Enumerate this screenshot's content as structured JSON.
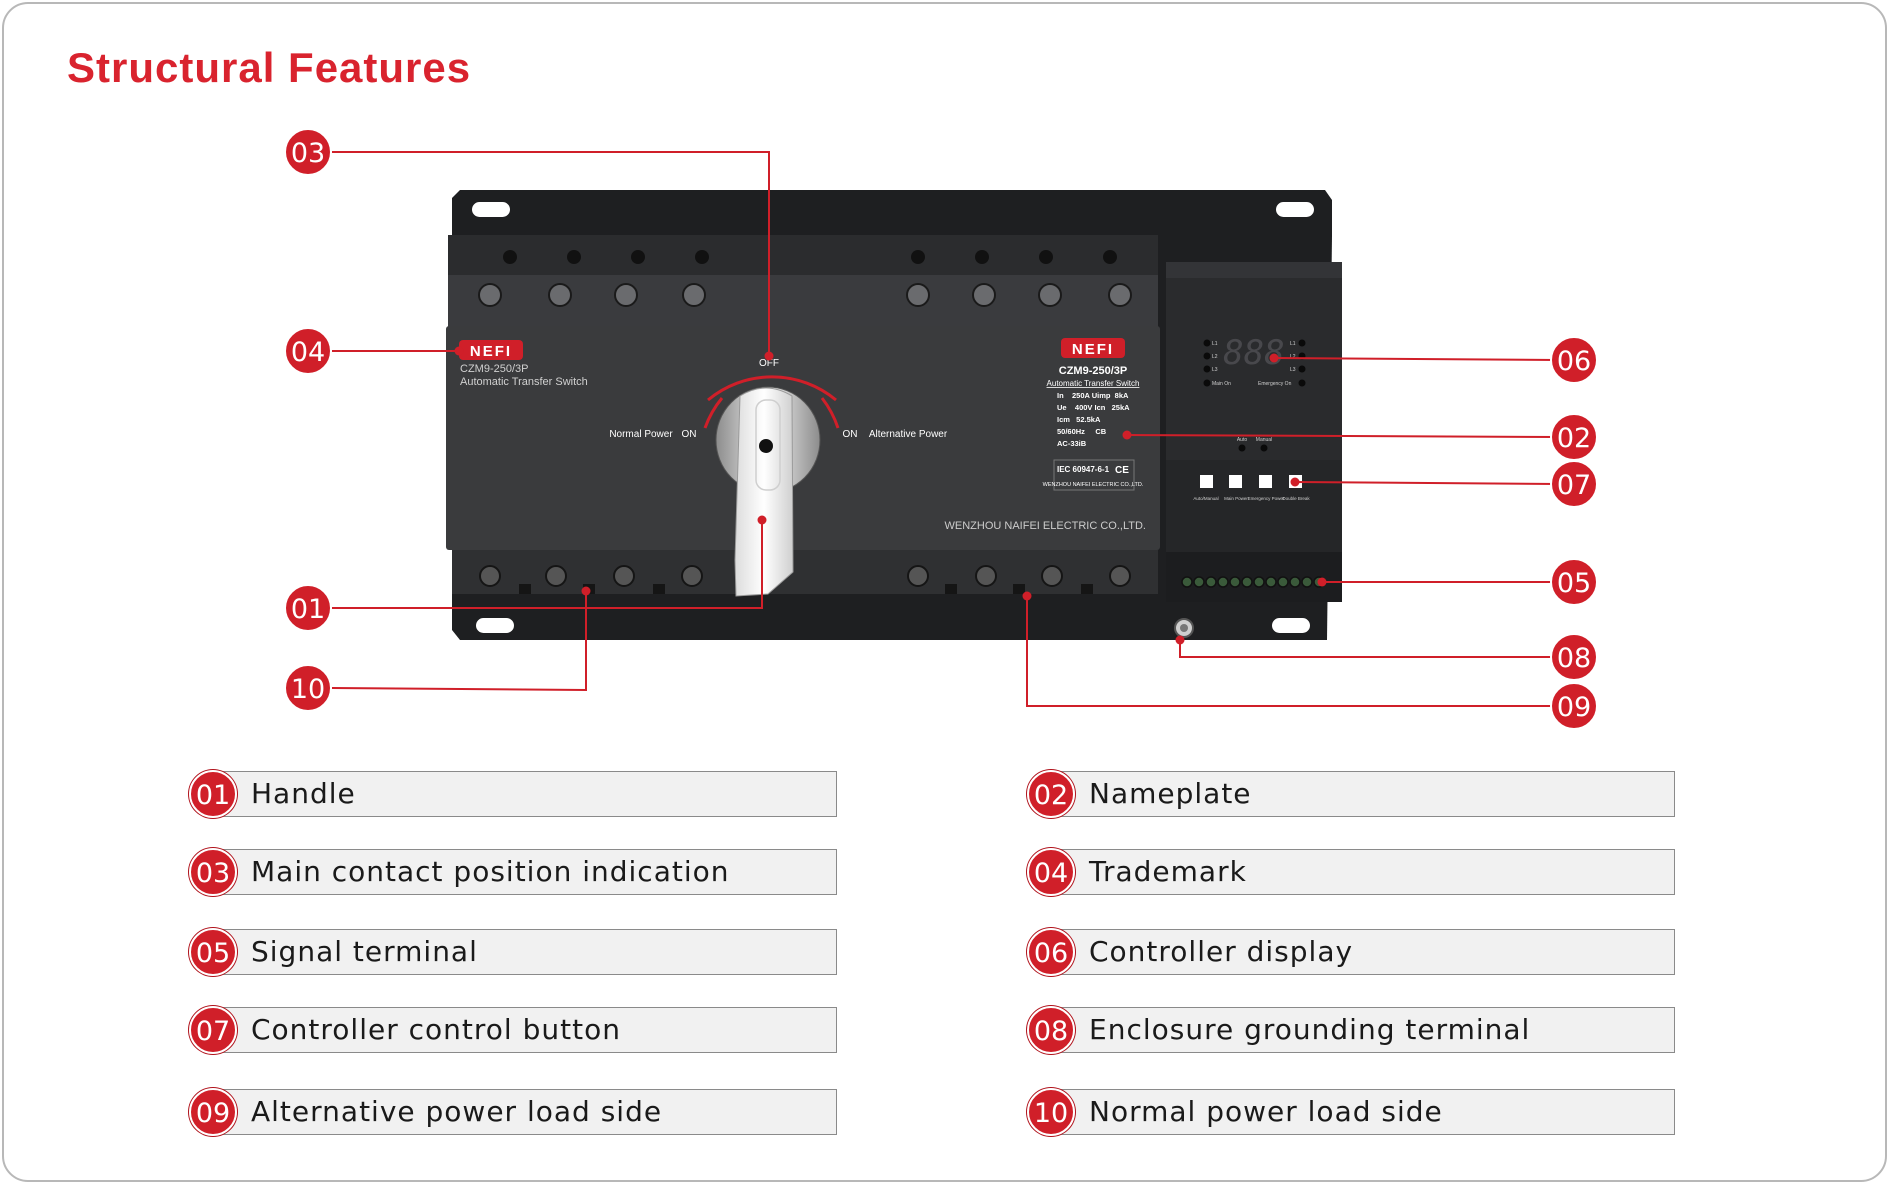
{
  "title": "Structural Features",
  "device": {
    "brand": "NEFI",
    "model_left": "CZM9-250/3P",
    "type_left": "Automatic Transfer Switch",
    "off_label": "OFF",
    "on_left": "ON",
    "on_right": "ON",
    "normal_power": "Normal Power",
    "alternative_power": "Alternative Power",
    "maker": "WENZHOU NAIFEI ELECTRIC CO.,LTD.",
    "nameplate": {
      "brand": "NEFI",
      "model": "CZM9-250/3P",
      "type": "Automatic Transfer Switch",
      "rows": [
        "In    250A Uimp  8kA",
        "Ue    400V Icn   25kA",
        "Icm   52.5kA",
        "50/60Hz     CB",
        "AC-33iB"
      ],
      "standard": "IEC 60947-6-1",
      "ce": "CE",
      "maker": "WENZHOU NAIFEI ELECTRIC CO.,LTD."
    },
    "controller": {
      "display": "888",
      "left_leds": [
        "L1",
        "L2",
        "L3"
      ],
      "right_leds": [
        "L1",
        "L2",
        "L3"
      ],
      "main_on": "Main On",
      "emergency_on": "Emergency On",
      "auto": "Auto",
      "manual": "Manual",
      "buttons": [
        "Auto/Manual",
        "Main Power",
        "Emergency Power",
        "Double Break"
      ]
    }
  },
  "callouts": [
    "03",
    "04",
    "01",
    "10",
    "06",
    "02",
    "07",
    "05",
    "08",
    "09"
  ],
  "colors": {
    "accent": "#d01f29",
    "title": "#d9232e",
    "body": "#3a3b3d",
    "frame": "#1e1f21"
  },
  "legend": [
    {
      "num": "01",
      "label": "Handle"
    },
    {
      "num": "02",
      "label": "Nameplate"
    },
    {
      "num": "03",
      "label": "Main contact position indication"
    },
    {
      "num": "04",
      "label": "Trademark"
    },
    {
      "num": "05",
      "label": "Signal terminal"
    },
    {
      "num": "06",
      "label": "Controller display"
    },
    {
      "num": "07",
      "label": "Controller control button"
    },
    {
      "num": "08",
      "label": "Enclosure grounding terminal"
    },
    {
      "num": "09",
      "label": "Alternative power load side"
    },
    {
      "num": "10",
      "label": "Normal power load side"
    }
  ]
}
